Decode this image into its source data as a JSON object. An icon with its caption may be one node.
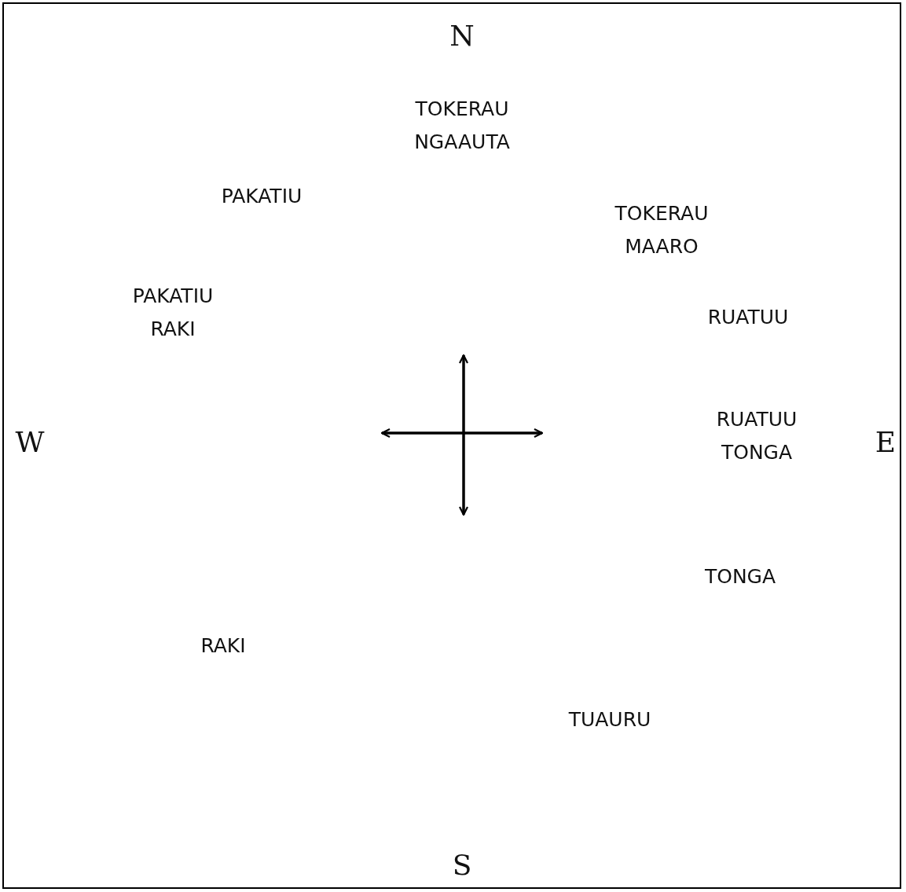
{
  "diagram": {
    "labels": [
      "N",
      "TOKERAU NGAAUTA",
      "PAKATIU",
      "TOKERAU MAARO",
      "PAKATIU RAKI",
      "RUATUU",
      "W",
      "RUATUU TONGA",
      "E",
      "TONGA",
      "RAKI",
      "TUAURU",
      "S"
    ]
  }
}
